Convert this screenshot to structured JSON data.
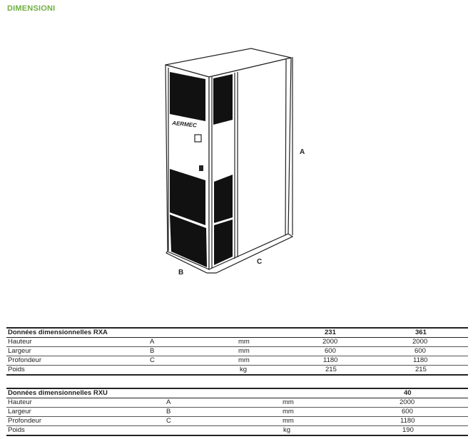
{
  "title": "DIMENSIONI",
  "drawing": {
    "brand": "AERMEC",
    "labels": {
      "a": "A",
      "b": "B",
      "c": "C"
    }
  },
  "tables": [
    {
      "header": "Données dimensionnelles RXA",
      "models": [
        "231",
        "361"
      ],
      "rows": [
        {
          "label": "Hauteur",
          "dim": "A",
          "unit": "mm",
          "values": [
            "2000",
            "2000"
          ]
        },
        {
          "label": "Largeur",
          "dim": "B",
          "unit": "mm",
          "values": [
            "600",
            "600"
          ]
        },
        {
          "label": "Profondeur",
          "dim": "C",
          "unit": "mm",
          "values": [
            "1180",
            "1180"
          ]
        },
        {
          "label": "Poids",
          "dim": "",
          "unit": "kg",
          "values": [
            "215",
            "215"
          ]
        }
      ]
    },
    {
      "header": "Données dimensionnelles RXU",
      "models": [
        "40"
      ],
      "rows": [
        {
          "label": "Hauteur",
          "dim": "A",
          "unit": "mm",
          "values": [
            "2000"
          ]
        },
        {
          "label": "Largeur",
          "dim": "B",
          "unit": "mm",
          "values": [
            "600"
          ]
        },
        {
          "label": "Profondeur",
          "dim": "C",
          "unit": "mm",
          "values": [
            "1180"
          ]
        },
        {
          "label": "Poids",
          "dim": "",
          "unit": "kg",
          "values": [
            "190"
          ]
        }
      ]
    }
  ]
}
